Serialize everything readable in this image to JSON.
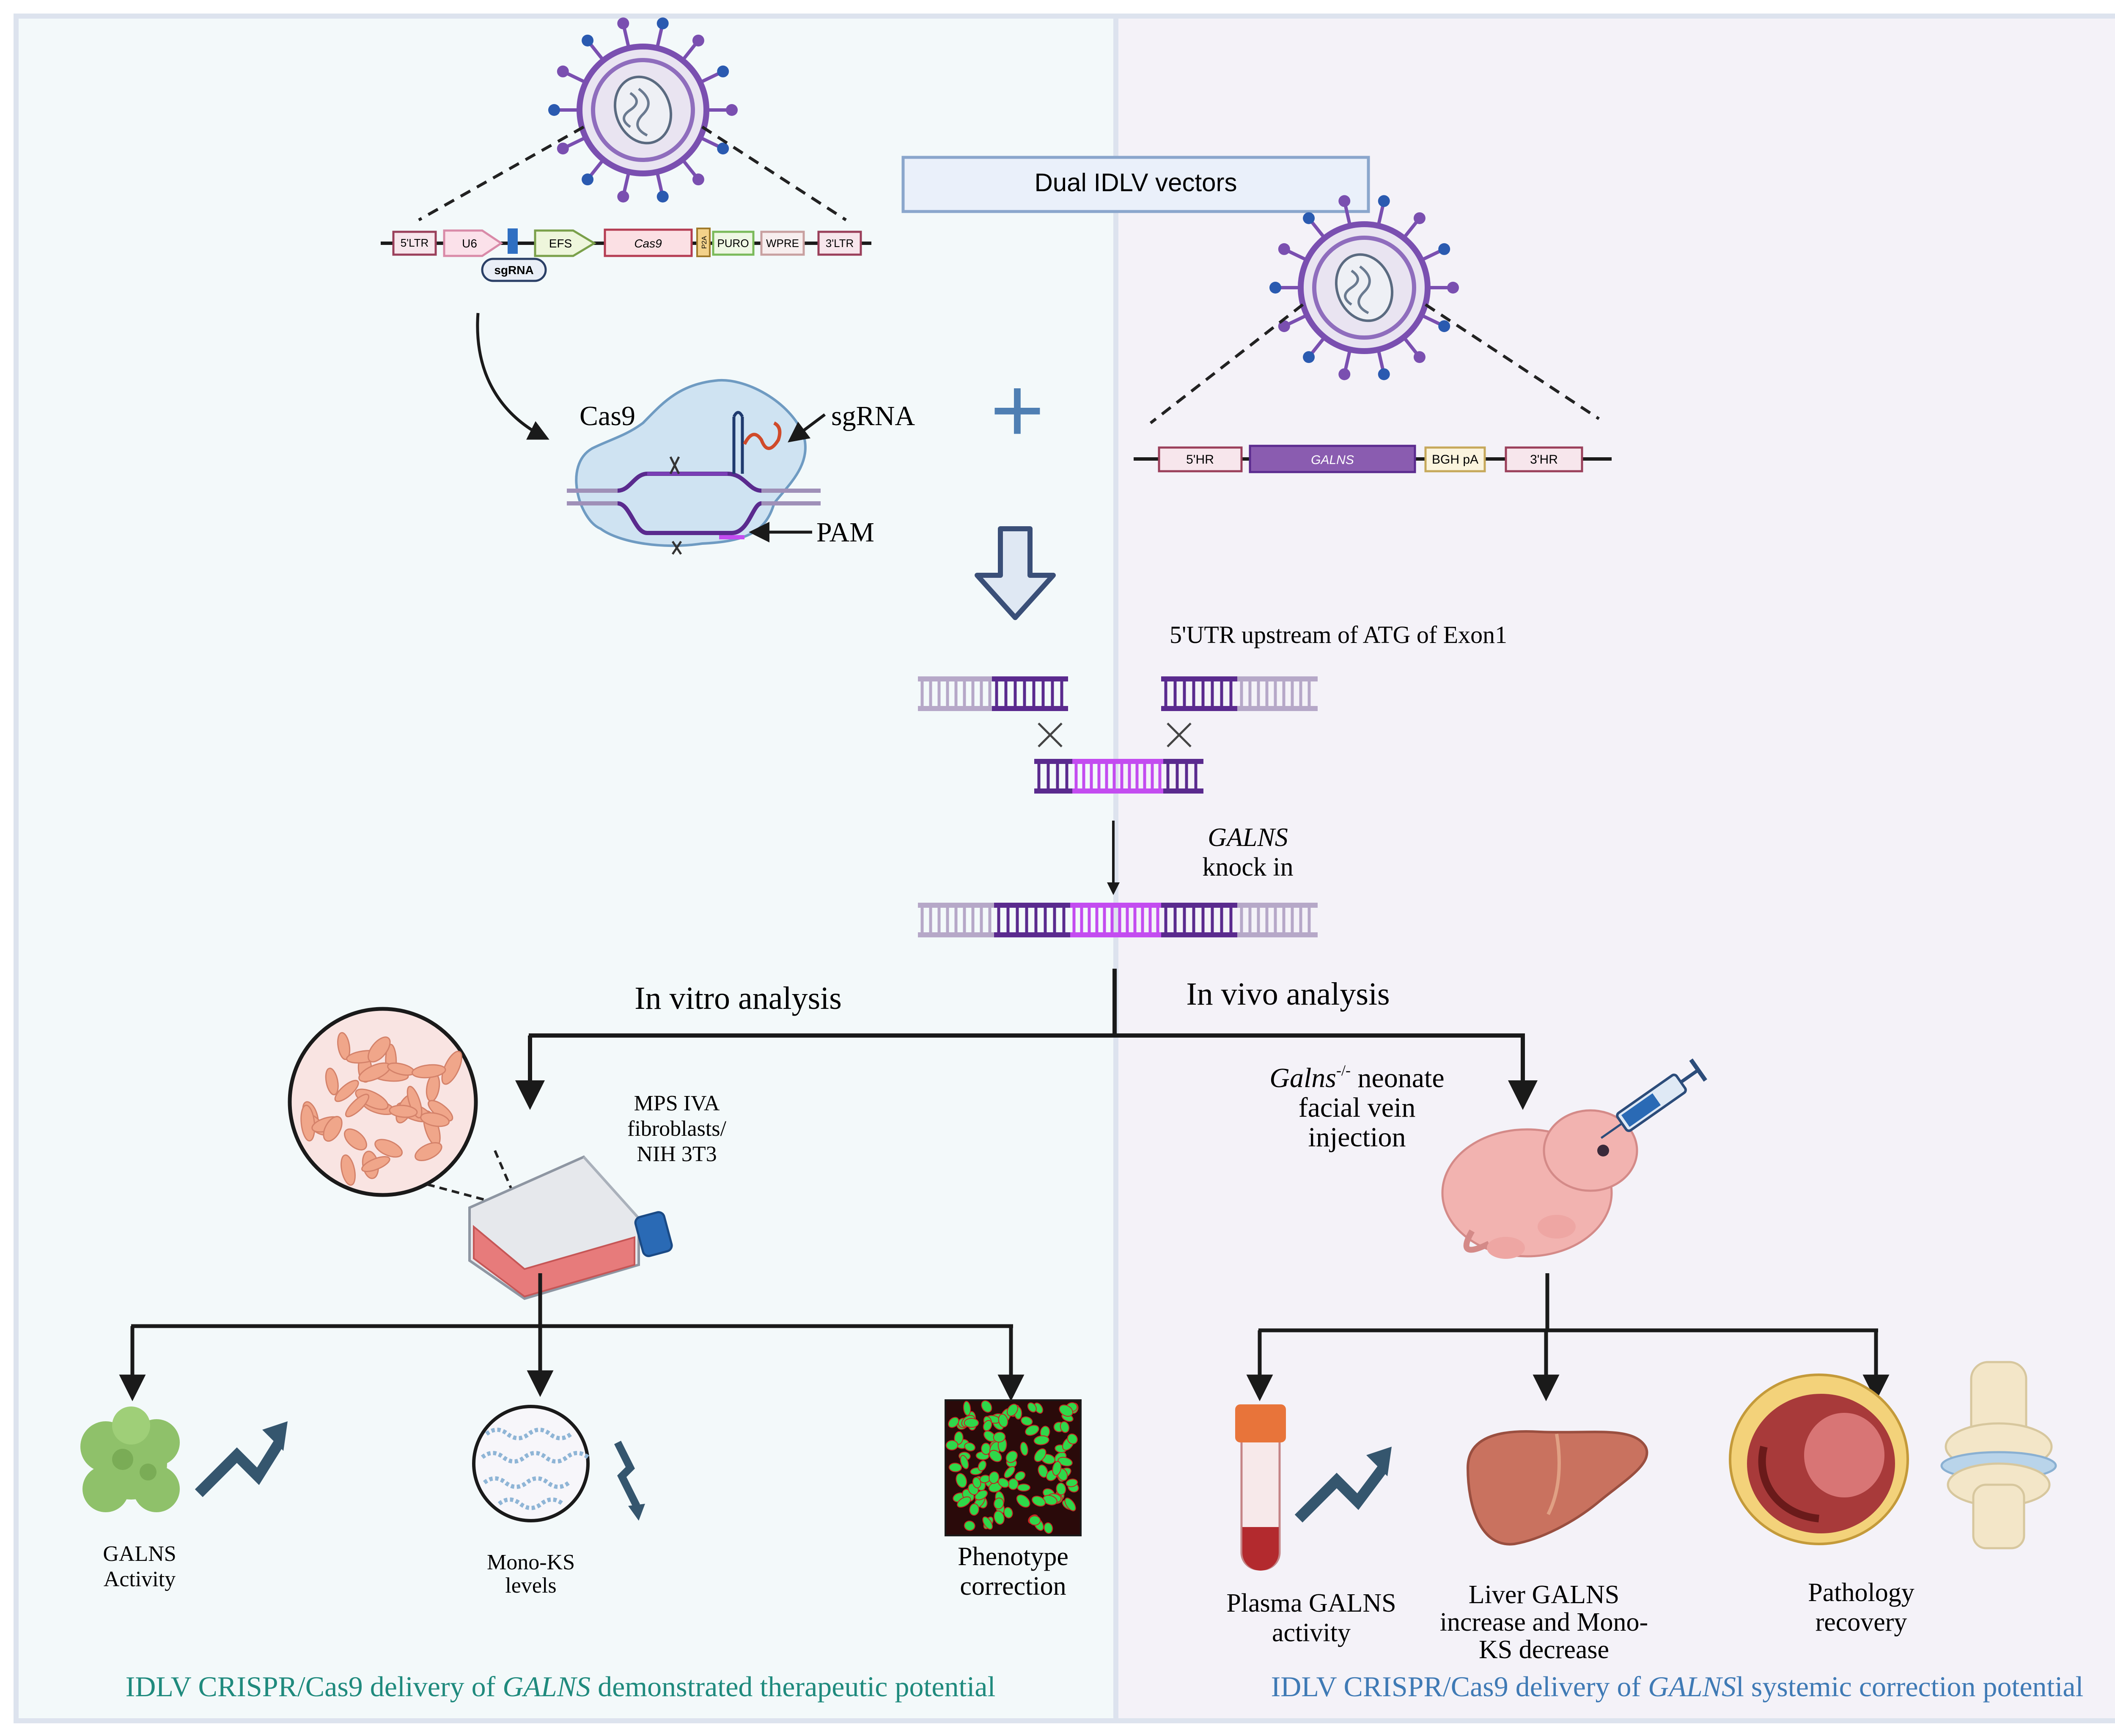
{
  "colors": {
    "left_panel_bg": "#f3f9fa",
    "right_panel_bg": "#f4f2f8",
    "panel_border": "#dde3ee",
    "dark_purple": "#5a2a8e",
    "mid_purple": "#7a3fb6",
    "magenta": "#c34cf0",
    "lavender": "#b6a8c8",
    "teal_text": "#1f8a7d",
    "blue_text": "#3f7ab5",
    "flask_red": "#e77b7b",
    "cap_blue": "#2a6ab5",
    "trend_arrow": "#35566e",
    "cell_bg": "#f9e4e2",
    "cell_orange": "#f0a68a",
    "galns_bar": "#8a5cb0",
    "liver": "#c9725f",
    "pup_pink": "#f2b3b0"
  },
  "vector1": {
    "elements": [
      "5'LTR",
      "U6",
      "sgRNA",
      "EFS",
      "Cas9",
      "P2A",
      "PURO",
      "WPRE",
      "3'LTR"
    ]
  },
  "vector2": {
    "title": "Dual IDLV vectors",
    "elements": [
      "5'HR",
      "GALNS",
      "BGH pA",
      "3'HR"
    ]
  },
  "complex": {
    "cas9": "Cas9",
    "sgrna": "sgRNA",
    "pam": "PAM",
    "plus": "+"
  },
  "knockin": {
    "utr": "5'UTR upstream of ATG of Exon1",
    "gene": "GALNS",
    "label": "knock in"
  },
  "branches": {
    "in_vitro": "In vitro analysis",
    "in_vivo": "In vivo analysis"
  },
  "invitro": {
    "cells_line1": "MPS IVA",
    "cells_line2": "fibroblasts/",
    "cells_line3": "NIH 3T3",
    "out1_line1": "GALNS",
    "out1_line2": "Activity",
    "out2_line1": "Mono-KS",
    "out2_line2": "levels",
    "out3_line1": "Phenotype",
    "out3_line2": "correction"
  },
  "invivo": {
    "mouse_gene": "Galns",
    "mouse_super": "-/-",
    "mouse_line1_rest": " neonate",
    "mouse_line2": "facial vein",
    "mouse_line3": "injection",
    "out1_line1": "Plasma GALNS",
    "out1_line2": "activity",
    "out2_line1": "Liver GALNS",
    "out2_line2": "increase and Mono-",
    "out2_line3": "KS decrease",
    "out3_line1": "Pathology",
    "out3_line2": "recovery"
  },
  "footer": {
    "left_pre": "IDLV CRISPR/Cas9 delivery of ",
    "left_gene": "GALNS",
    "left_post": " demonstrated therapeutic potential",
    "right_pre": "IDLV CRISPR/Cas9 delivery of ",
    "right_gene": "GALNS",
    "right_post": "l systemic correction potential"
  }
}
